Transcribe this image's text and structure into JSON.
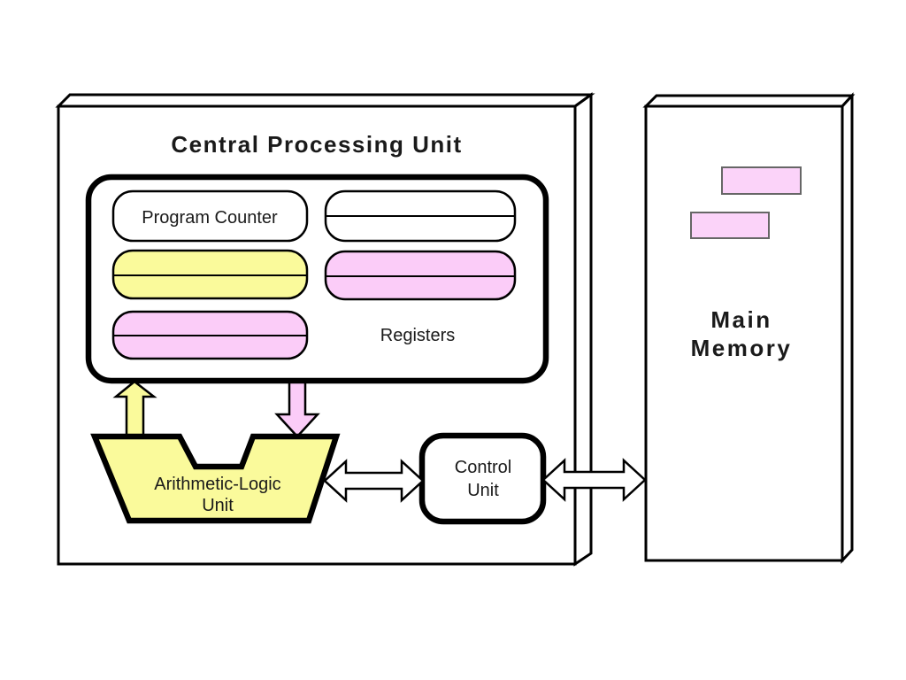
{
  "cpu": {
    "title": "Central Processing Unit",
    "registers": {
      "program_counter_label": "Program Counter",
      "caption": "Registers"
    },
    "alu": {
      "label": "Arithmetic-Logic Unit",
      "label_line1": "Arithmetic-Logic",
      "label_line2": "Unit"
    },
    "control_unit": {
      "label": "Control Unit",
      "label_line1": "Control",
      "label_line2": "Unit"
    }
  },
  "main_memory": {
    "label": "Main Memory",
    "label_line1": "Main",
    "label_line2": "Memory"
  },
  "colors": {
    "background": "#ffffff",
    "outline": "#000000",
    "register_yellow": "#fafa9b",
    "register_pink": "#fbccf8",
    "arrow_yellow": "#fafa9b",
    "arrow_pink": "#fbccf8",
    "arrow_white": "#ffffff",
    "memory_cell_pink": "#fbd3f9",
    "memory_cell_border": "#666666"
  }
}
